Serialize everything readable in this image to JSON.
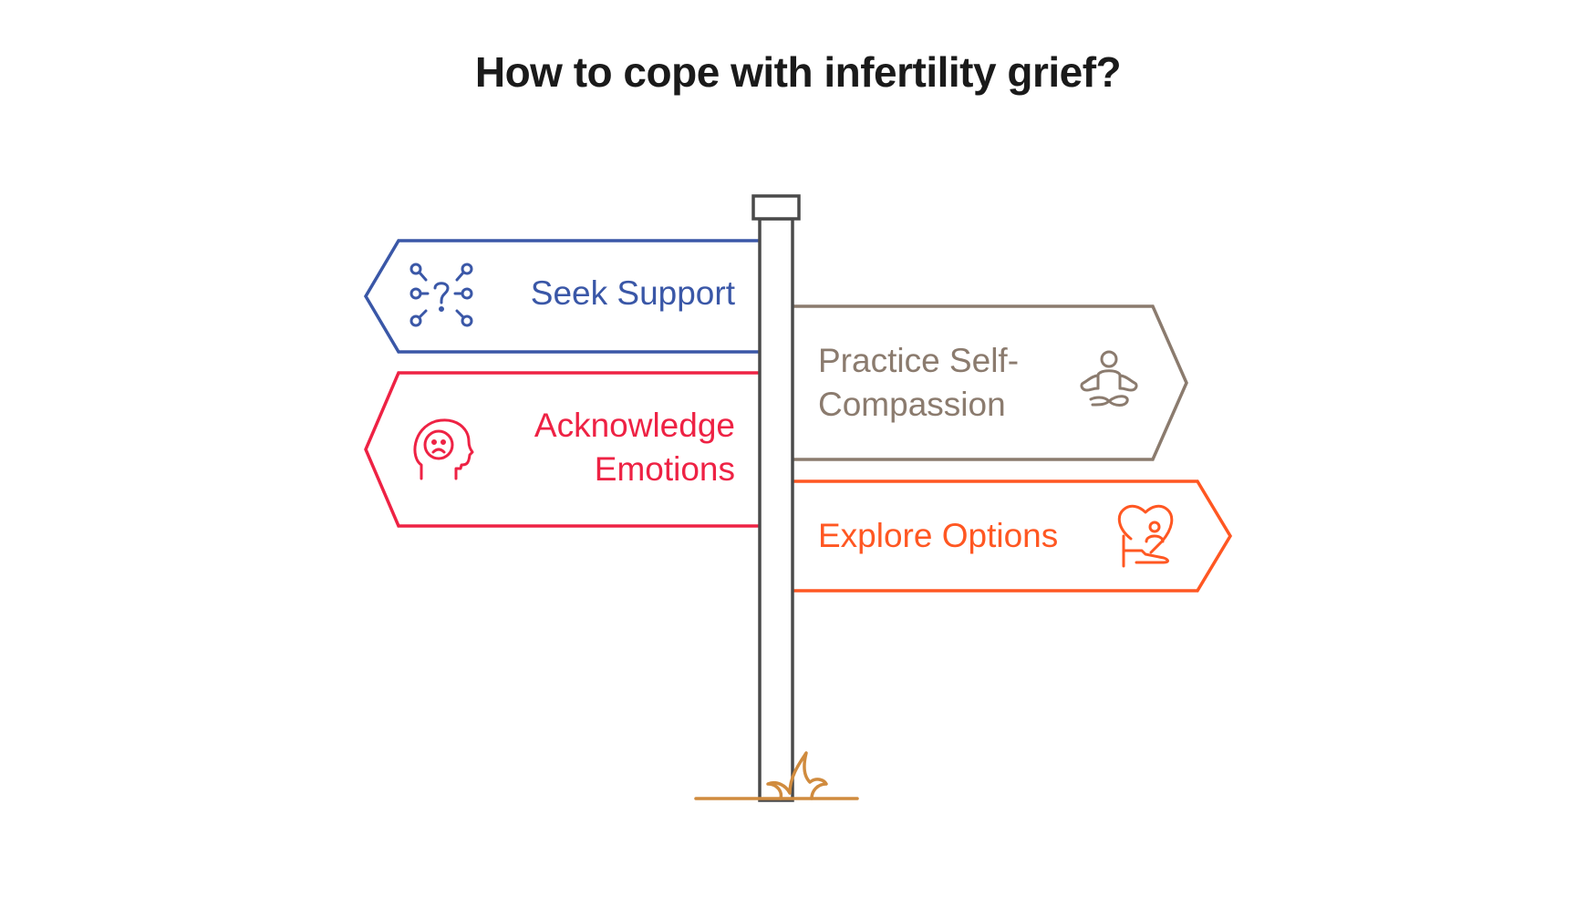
{
  "title": "How to cope with infertility grief?",
  "signs": [
    {
      "id": "seek-support",
      "label_lines": [
        "Seek Support"
      ],
      "direction": "left",
      "color": "#3A57A7",
      "icon": "network-question-icon"
    },
    {
      "id": "acknowledge-emotions",
      "label_lines": [
        "Acknowledge",
        "Emotions"
      ],
      "direction": "left",
      "color": "#EE2244",
      "icon": "sad-head-icon"
    },
    {
      "id": "practice-self-compassion",
      "label_lines": [
        "Practice Self-",
        "Compassion"
      ],
      "direction": "right",
      "color": "#8B7B6E",
      "icon": "meditation-icon"
    },
    {
      "id": "explore-options",
      "label_lines": [
        "Explore Options"
      ],
      "direction": "right",
      "color": "#FF5722",
      "icon": "heart-hand-person-icon"
    }
  ],
  "colors": {
    "post": "#4a4a4a",
    "ground": "#D08B3E",
    "title": "#1a1a1a"
  }
}
